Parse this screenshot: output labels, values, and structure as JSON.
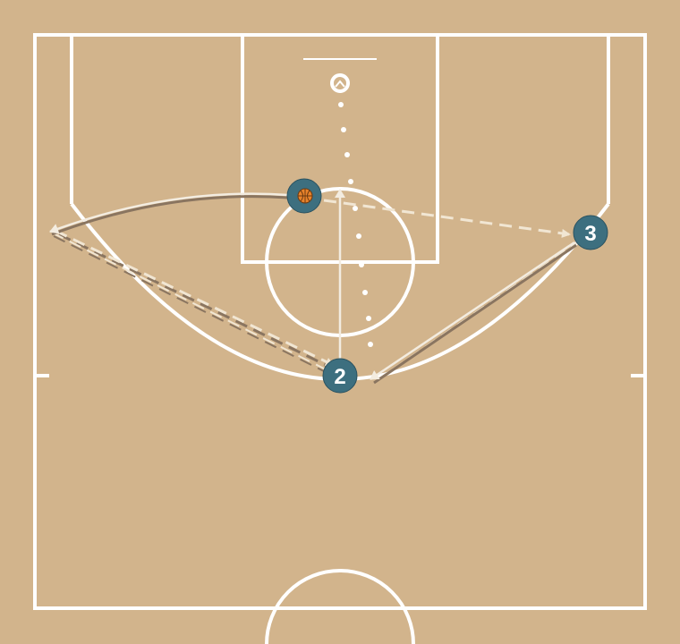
{
  "colors": {
    "court_background": "#d2b48c",
    "court_lines": "#ffffff",
    "player_fill": "#3d6f7f",
    "player_label": "#ffffff",
    "ball": "#e8822a",
    "pass_dash": "#f1e6d3",
    "cut_line": "#f3ece0",
    "cut_shadow": "#8a7560",
    "dribble_dots": "#ffffff"
  },
  "players": [
    {
      "id": "p1",
      "label": "",
      "has_ball": true,
      "icon": "basketball-icon"
    },
    {
      "id": "p2",
      "label": "2",
      "has_ball": false
    },
    {
      "id": "p3",
      "label": "3",
      "has_ball": false
    }
  ],
  "actions": [
    {
      "type": "cut",
      "from": "p1",
      "to": "left-wing-spot"
    },
    {
      "type": "pass",
      "from": "left-wing-spot",
      "to": "p2"
    },
    {
      "type": "screen-cut",
      "from": "p2",
      "to": "p1"
    },
    {
      "type": "pass",
      "from": "p1",
      "to": "p3"
    },
    {
      "type": "cut",
      "from": "p3",
      "to": "p2"
    },
    {
      "type": "dribble",
      "from": "rim",
      "to": "p2"
    }
  ]
}
